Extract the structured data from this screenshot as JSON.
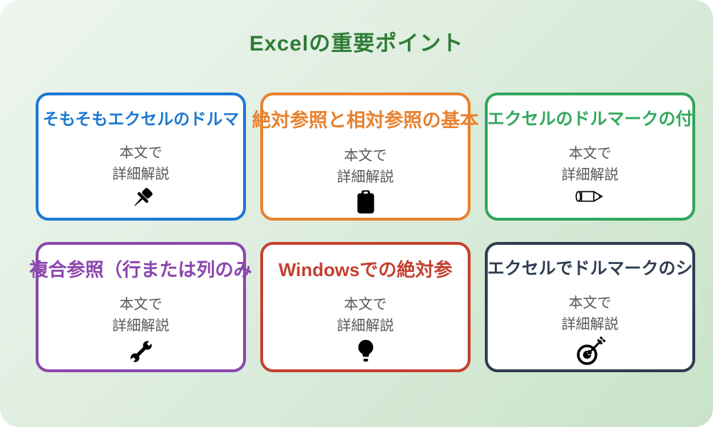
{
  "page": {
    "title": "Excelの重要ポイント",
    "title_color": "#2d7c36",
    "background_gradient_start": "#eef5ef",
    "background_gradient_end": "#c8e3c8",
    "body_text_color": "#565656",
    "icon_color": "#000000"
  },
  "cards": [
    {
      "title": "そもそもエクセルのドルマ",
      "color": "#1b79d4",
      "body_line1": "本文で",
      "body_line2": "詳細解説",
      "icon": "pushpin"
    },
    {
      "title": "絶対参照と相対参照の基本",
      "color": "#e8822f",
      "body_line1": "本文で",
      "body_line2": "詳細解説",
      "icon": "clipboard"
    },
    {
      "title": "エクセルのドルマークの付",
      "color": "#31a75c",
      "body_line1": "本文で",
      "body_line2": "詳細解説",
      "icon": "pencil"
    },
    {
      "title": "複合参照（行または列のみ",
      "color": "#8c46ad",
      "body_line1": "本文で",
      "body_line2": "詳細解説",
      "icon": "wrench"
    },
    {
      "title": "Windowsでの絶対参",
      "color": "#c4402f",
      "body_line1": "本文で",
      "body_line2": "詳細解説",
      "icon": "lightbulb"
    },
    {
      "title": "エクセルでドルマークのシ",
      "color": "#2e3b50",
      "body_line1": "本文で",
      "body_line2": "詳細解説",
      "icon": "target-dart"
    }
  ]
}
